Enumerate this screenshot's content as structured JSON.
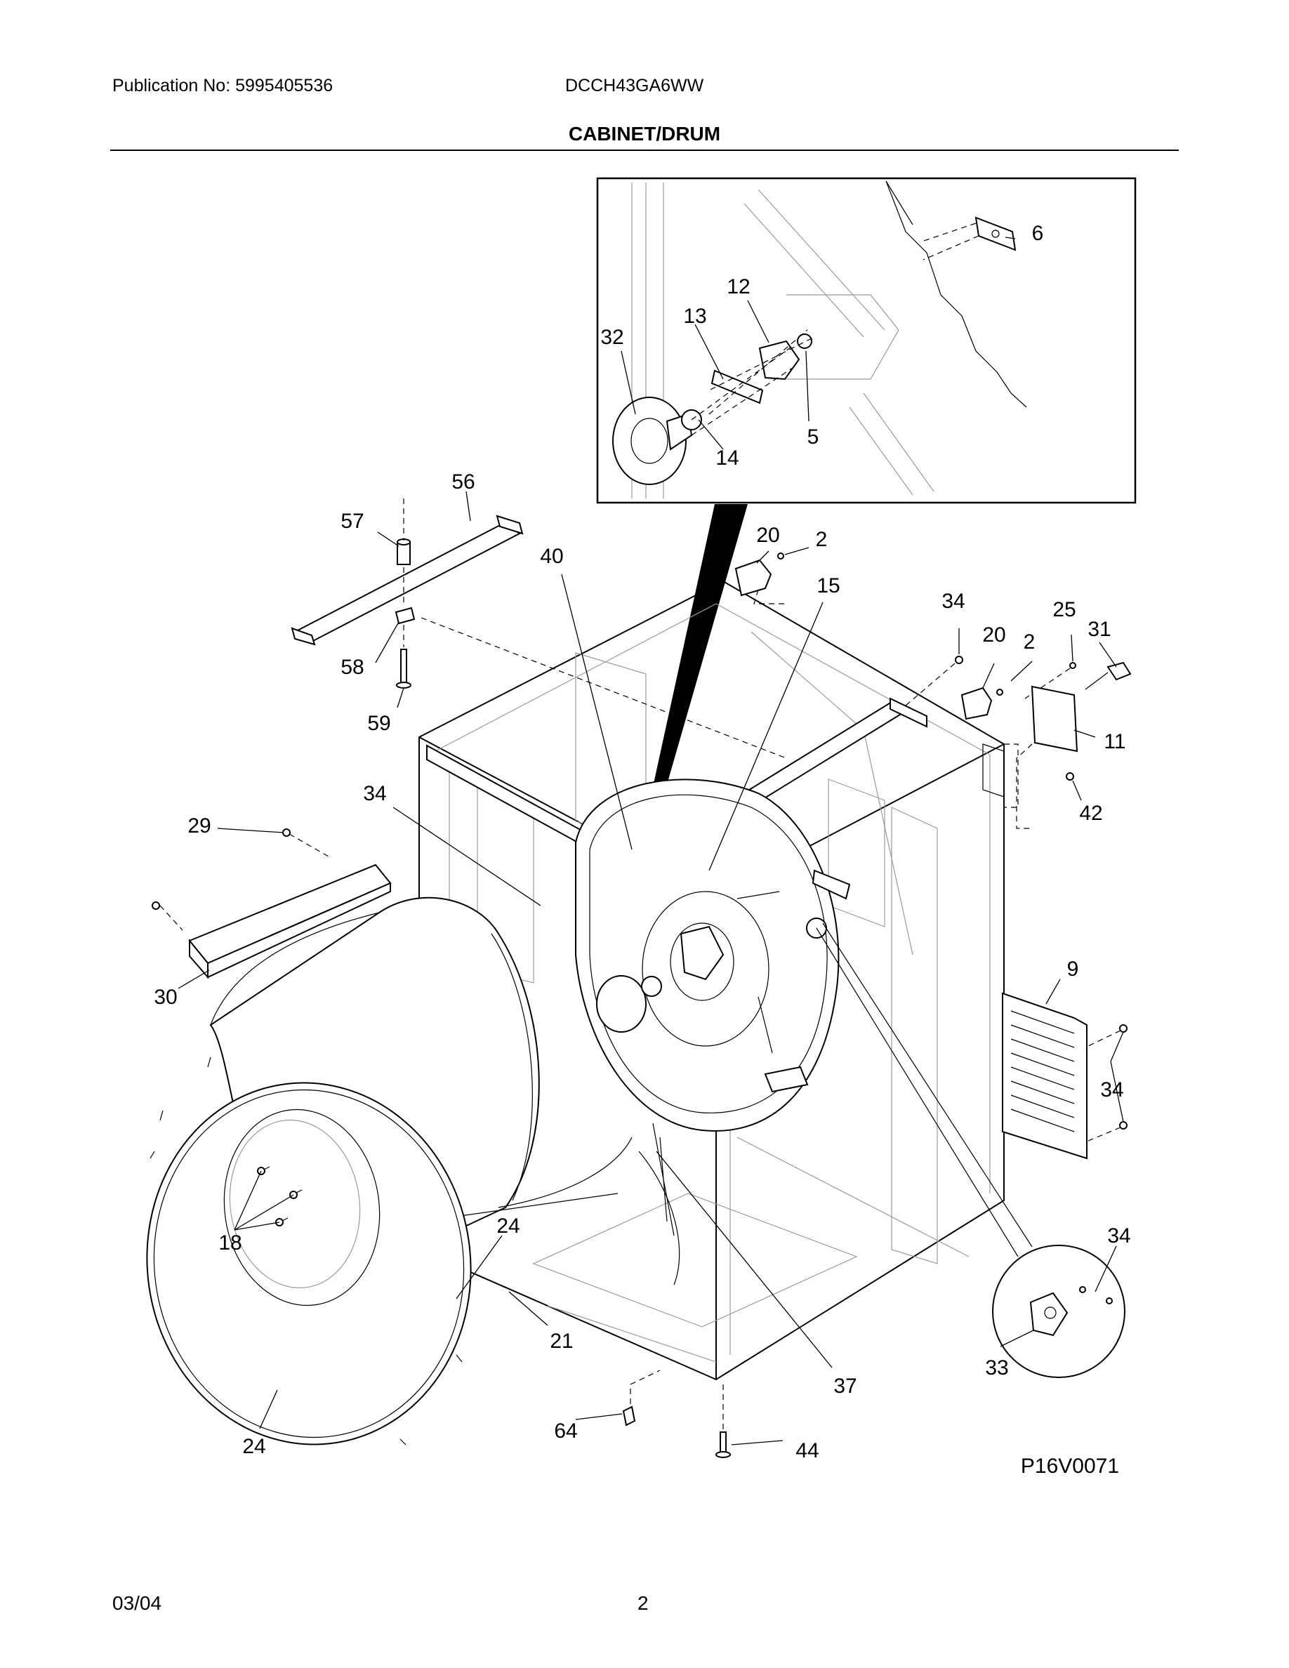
{
  "header": {
    "publication": "Publication No: 5995405536",
    "model": "DCCH43GA6WW",
    "section_title": "CABINET/DRUM"
  },
  "diagram": {
    "callouts": {
      "c6": "6",
      "c12": "12",
      "c13": "13",
      "c32": "32",
      "c5": "5",
      "c14": "14",
      "c56": "56",
      "c57": "57",
      "c40": "40",
      "c20a": "20",
      "c2a": "2",
      "c15": "15",
      "c34a": "34",
      "c25": "25",
      "c31": "31",
      "c20b": "20",
      "c2b": "2",
      "c11": "11",
      "c58": "58",
      "c59": "59",
      "c34b": "34",
      "c42": "42",
      "c29": "29",
      "c30": "30",
      "c9": "9",
      "c34c": "34",
      "c18": "18",
      "c24a": "24",
      "c34d": "34",
      "c21": "21",
      "c37": "37",
      "c33": "33",
      "c64": "64",
      "c44": "44",
      "c24b": "24"
    },
    "drawing_code": "P16V0071"
  },
  "footer": {
    "date": "03/04",
    "page": "2"
  }
}
